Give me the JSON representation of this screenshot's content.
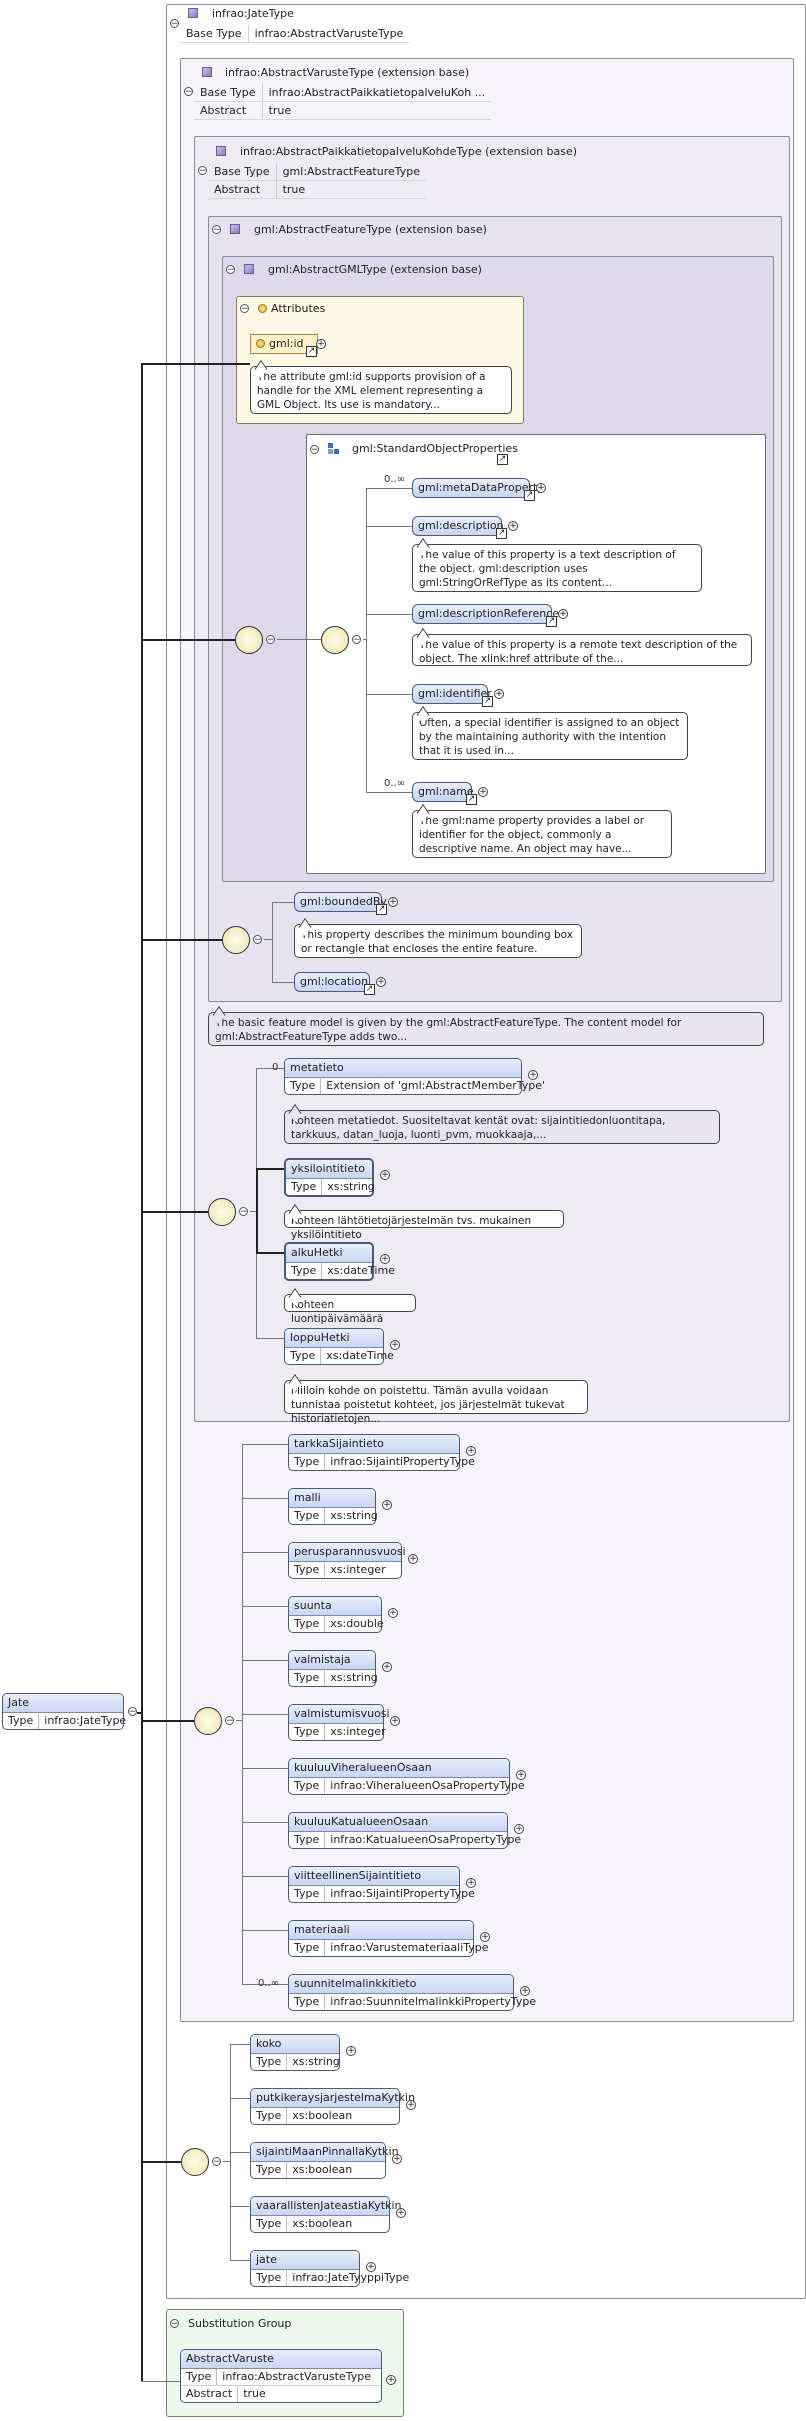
{
  "root_type": {
    "name": "infrao:JateType",
    "base_type_label": "Base Type",
    "base_type_value": "infrao:AbstractVarusteType"
  },
  "abstract_varuste": {
    "title": "infrao:AbstractVarusteType (extension base)",
    "base_type_label": "Base Type",
    "base_type_value": "infrao:AbstractPaikkatietopalveluKoh ...",
    "abstract_label": "Abstract",
    "abstract_value": "true"
  },
  "abstract_paikka": {
    "title": "infrao:AbstractPaikkatietopalveluKohdeType (extension base)",
    "base_type_label": "Base Type",
    "base_type_value": "gml:AbstractFeatureType",
    "abstract_label": "Abstract",
    "abstract_value": "true"
  },
  "feature_type": {
    "title": "gml:AbstractFeatureType (extension base)"
  },
  "gml_type": {
    "title": "gml:AbstractGMLType (extension base)"
  },
  "attributes": {
    "title": "Attributes",
    "id_name": "gml:id",
    "id_doc": "The attribute gml:id supports provision of a handle for the XML element representing a GML Object. Its use is mandatory..."
  },
  "std_props": {
    "title": "gml:StandardObjectProperties",
    "card_first": "0..∞",
    "card_last": "0..∞",
    "items": [
      {
        "name": "gml:metaDataProperty",
        "doc": ""
      },
      {
        "name": "gml:description",
        "doc": "The value of this property is a text description of the object. gml:description uses gml:StringOrRefType as its content..."
      },
      {
        "name": "gml:descriptionReference",
        "doc": "The value of this property is a remote text description of the object. The xlink:href attribute of the..."
      },
      {
        "name": "gml:identifier",
        "doc": "Often, a special identifier is assigned to an object by the maintaining authority with the intention that it is used in..."
      },
      {
        "name": "gml:name",
        "doc": "The gml:name property provides a label or identifier for the object, commonly a descriptive name. An object may have..."
      }
    ]
  },
  "feature_seq": {
    "bounded_by": "gml:boundedBy",
    "bounded_by_doc": "This property describes the minimum bounding box or rectangle that encloses the entire feature.",
    "location": "gml:location",
    "feature_doc": "The basic feature model is given by the gml:AbstractFeatureType. The content model for gml:AbstractFeatureType adds two..."
  },
  "paikka_seq": {
    "type_label": "Type",
    "card_metatieto": "0",
    "items": [
      {
        "name": "metatieto",
        "type": "Extension of 'gml:AbstractMemberType'",
        "doc": "Kohteen metatiedot. Suositeltavat kentät ovat: sijaintitiedonluontitapa, tarkkuus, datan_luoja, luonti_pvm, muokkaaja,..."
      },
      {
        "name": "yksilointitieto",
        "type": "xs:string",
        "doc": "Kohteen lähtötietojärjestelmän tvs. mukainen yksilöintitieto"
      },
      {
        "name": "alkuHetki",
        "type": "xs:dateTime",
        "doc": "Kohteen luontipäivämäärä"
      },
      {
        "name": "loppuHetki",
        "type": "xs:dateTime",
        "doc": "Milloin kohde on poistettu. Tämän avulla voidaan tunnistaa poistetut kohteet, jos järjestelmät tukevat historiatietojen..."
      }
    ]
  },
  "varuste_seq": {
    "type_label": "Type",
    "card_last": "0..∞",
    "items": [
      {
        "name": "tarkkaSijaintieto",
        "type": "infrao:SijaintiPropertyType"
      },
      {
        "name": "malli",
        "type": "xs:string"
      },
      {
        "name": "perusparannusvuosi",
        "type": "xs:integer"
      },
      {
        "name": "suunta",
        "type": "xs:double"
      },
      {
        "name": "valmistaja",
        "type": "xs:string"
      },
      {
        "name": "valmistumisvuosi",
        "type": "xs:integer"
      },
      {
        "name": "kuuluuViheralueenOsaan",
        "type": "infrao:ViheralueenOsaPropertyType"
      },
      {
        "name": "kuuluuKatualueenOsaan",
        "type": "infrao:KatualueenOsaPropertyType"
      },
      {
        "name": "viitteellinenSijaintitieto",
        "type": "infrao:SijaintiPropertyType"
      },
      {
        "name": "materiaali",
        "type": "infrao:VarustemateriaaliType"
      },
      {
        "name": "suunnitelmalinkkitieto",
        "type": "infrao:SuunnitelmalinkkiPropertyType"
      }
    ]
  },
  "jate_seq": {
    "type_label": "Type",
    "items": [
      {
        "name": "koko",
        "type": "xs:string"
      },
      {
        "name": "putkikeraysjarjestelmaKytkin",
        "type": "xs:boolean"
      },
      {
        "name": "sijaintiMaanPinnallaKytkin",
        "type": "xs:boolean"
      },
      {
        "name": "vaarallistenJateastiaKytkin",
        "type": "xs:boolean"
      },
      {
        "name": "jate",
        "type": "infrao:JateTyyppiType"
      }
    ]
  },
  "root_element": {
    "name": "Jate",
    "type_label": "Type",
    "type_value": "infrao:JateType"
  },
  "substitution": {
    "title": "Substitution Group",
    "name": "AbstractVaruste",
    "type_label": "Type",
    "type_value": "infrao:AbstractVarusteType",
    "abstract_label": "Abstract",
    "abstract_value": "true"
  }
}
